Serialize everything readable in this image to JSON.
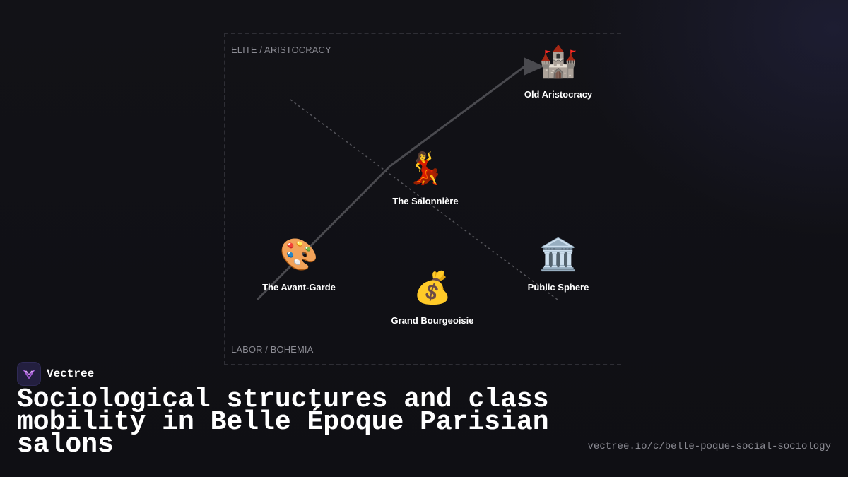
{
  "diagram": {
    "top_label": "ELITE / ARISTOCRACY",
    "bottom_label": "LABOR / BOHEMIA",
    "nodes": [
      {
        "id": "old-aristocracy",
        "emoji": "🏰",
        "label": "Old Aristocracy"
      },
      {
        "id": "salonniere",
        "emoji": "💃",
        "label": "The Salonnière"
      },
      {
        "id": "avant-garde",
        "emoji": "🎨",
        "label": "The Avant-Garde"
      },
      {
        "id": "grand-bourgeoisie",
        "emoji": "💰",
        "label": "Grand Bourgeoisie"
      },
      {
        "id": "public-sphere",
        "emoji": "🏛️",
        "label": "Public Sphere"
      }
    ]
  },
  "brand": {
    "name": "Vectree"
  },
  "title": "Sociological structures and class mobility in Belle Époque Parisian salons",
  "url": "vectree.io/c/belle-poque-social-sociology",
  "colors": {
    "background": "#111116",
    "frame": "#2e2e35",
    "line": "#4a4a4f",
    "muted_text": "#8a8a92",
    "logo_bg": "#231f3f",
    "logo_accent": "#a45ad6"
  }
}
